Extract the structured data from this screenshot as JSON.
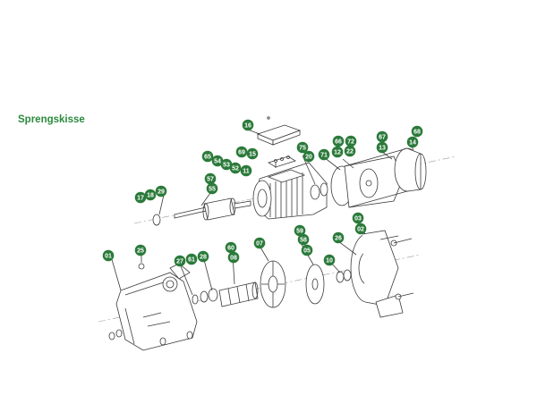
{
  "title": "Sprengskisse",
  "colors": {
    "title": "#2a8a3c",
    "badge": "#2b7a3a",
    "badge_text": "#ffffff",
    "line": "#3a3a3a"
  },
  "labels": [
    "16",
    "65",
    "54",
    "53",
    "52",
    "69",
    "15",
    "11",
    "57",
    "55",
    "17",
    "18",
    "29",
    "75",
    "20",
    "71",
    "66",
    "12",
    "72",
    "22",
    "67",
    "13",
    "68",
    "14",
    "03",
    "02",
    "59",
    "58",
    "05",
    "26",
    "10",
    "07",
    "60",
    "08",
    "27",
    "61",
    "28",
    "25",
    "01"
  ]
}
